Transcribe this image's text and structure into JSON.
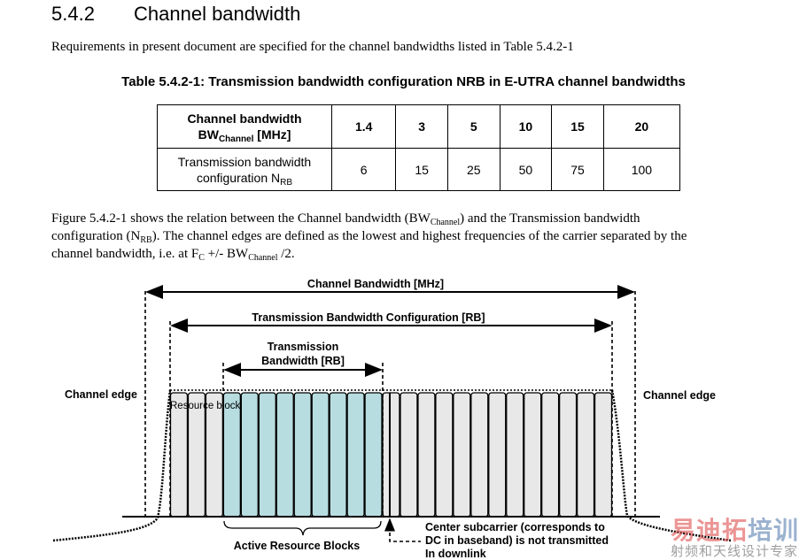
{
  "heading": {
    "number": "5.4.2",
    "title": "Channel bandwidth"
  },
  "intro": "Requirements in present document are specified for the channel bandwidths listed in Table 5.4.2-1",
  "table": {
    "caption": "Table 5.4.2-1: Transmission bandwidth configuration NRB in E-UTRA channel bandwidths",
    "row1_label": {
      "line1": "Channel bandwidth",
      "main": "BW",
      "sub": "Channel",
      "tail": " [MHz]"
    },
    "row2_label": {
      "line1": "Transmission bandwidth",
      "main": "configuration N",
      "sub": "RB"
    },
    "bandwidths": [
      "1.4",
      "3",
      "5",
      "10",
      "15",
      "20"
    ],
    "nrb": [
      "6",
      "15",
      "25",
      "50",
      "75",
      "100"
    ]
  },
  "paragraph": {
    "l1a": "Figure 5.4.2-1 shows the relation between the Channel bandwidth (BW",
    "l1sub": "Channel",
    "l1b": ") and the Transmission bandwidth",
    "l2a": "configuration (N",
    "l2sub": "RB",
    "l2b": "). The channel edges are defined as the lowest and highest frequencies of the carrier separated by the",
    "l3a": "channel bandwidth, i.e. at F",
    "l3sub": "C",
    "l3b": " +/- BW",
    "l3sub2": "Channel",
    "l3c": " /2."
  },
  "figure": {
    "channel_bandwidth": "Channel Bandwidth [MHz]",
    "tx_bw_config": "Transmission Bandwidth Configuration [RB]",
    "tx_bw_line1": "Transmission",
    "tx_bw_line2": "Bandwidth [RB]",
    "channel_edge_left": "Channel edge",
    "channel_edge_right": "Channel edge",
    "resource_block": "Resource block",
    "active_rbs": "Active Resource Blocks",
    "center_l1": "Center subcarrier (corresponds to",
    "center_l2": "DC in baseband) is not transmitted",
    "center_l3": "In downlink",
    "total_rbs": 25,
    "active_range": [
      3,
      12
    ],
    "colors": {
      "active": "#b7dde0",
      "inactive": "#e8e8e8"
    }
  },
  "watermark": {
    "main_red": "易迪拓",
    "main_blue": "培训",
    "sub": "射频和天线设计专家"
  }
}
